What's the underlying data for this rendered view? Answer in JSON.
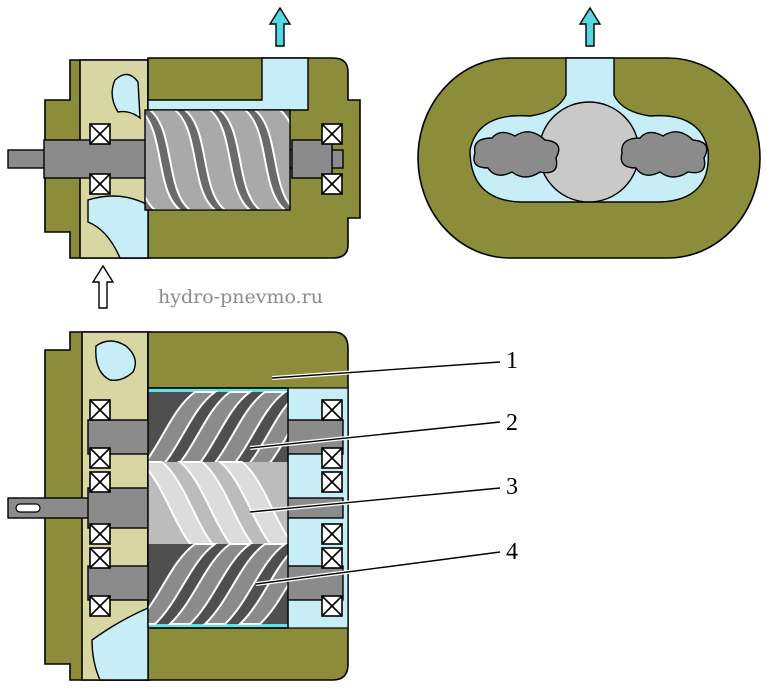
{
  "watermark": "hydro-pnevmo.ru",
  "callouts": [
    {
      "label": "1"
    },
    {
      "label": "2"
    },
    {
      "label": "3"
    },
    {
      "label": "4"
    }
  ],
  "colors": {
    "housing": "#8c8d3a",
    "housing_dark": "#6f702c",
    "cover": "#d8d6a2",
    "fluid": "#c7eef6",
    "fluid_bright": "#5fe0ee",
    "screw": "#a9a9a9",
    "screw_dark": "#6a6a6a",
    "shaft": "#8b8b8b",
    "arrow_out": "#55d6e2"
  }
}
